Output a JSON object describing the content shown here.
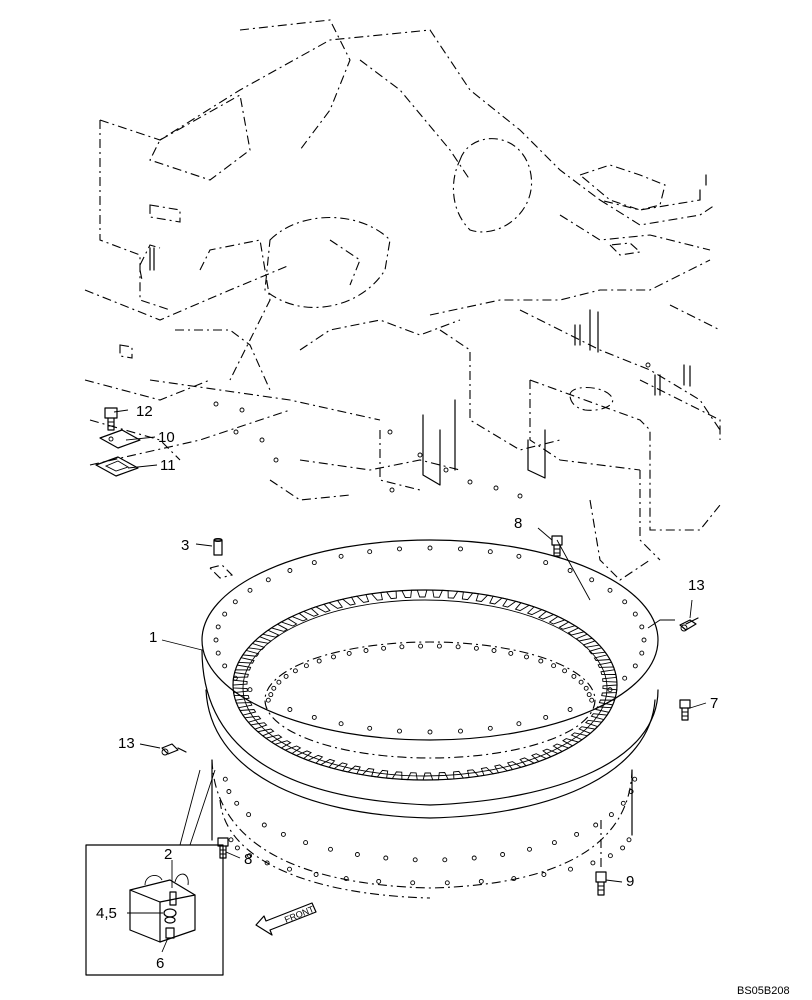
{
  "callouts": {
    "c12": "12",
    "c10": "10",
    "c11": "11",
    "c3": "3",
    "c1": "1",
    "c8_top": "8",
    "c13_right": "13",
    "c7": "7",
    "c13_left": "13",
    "c2": "2",
    "c45": "4,5",
    "c6": "6",
    "c8_bottom": "8",
    "c9": "9"
  },
  "front_label": "FRONT",
  "drawing_code": "BS05B208"
}
